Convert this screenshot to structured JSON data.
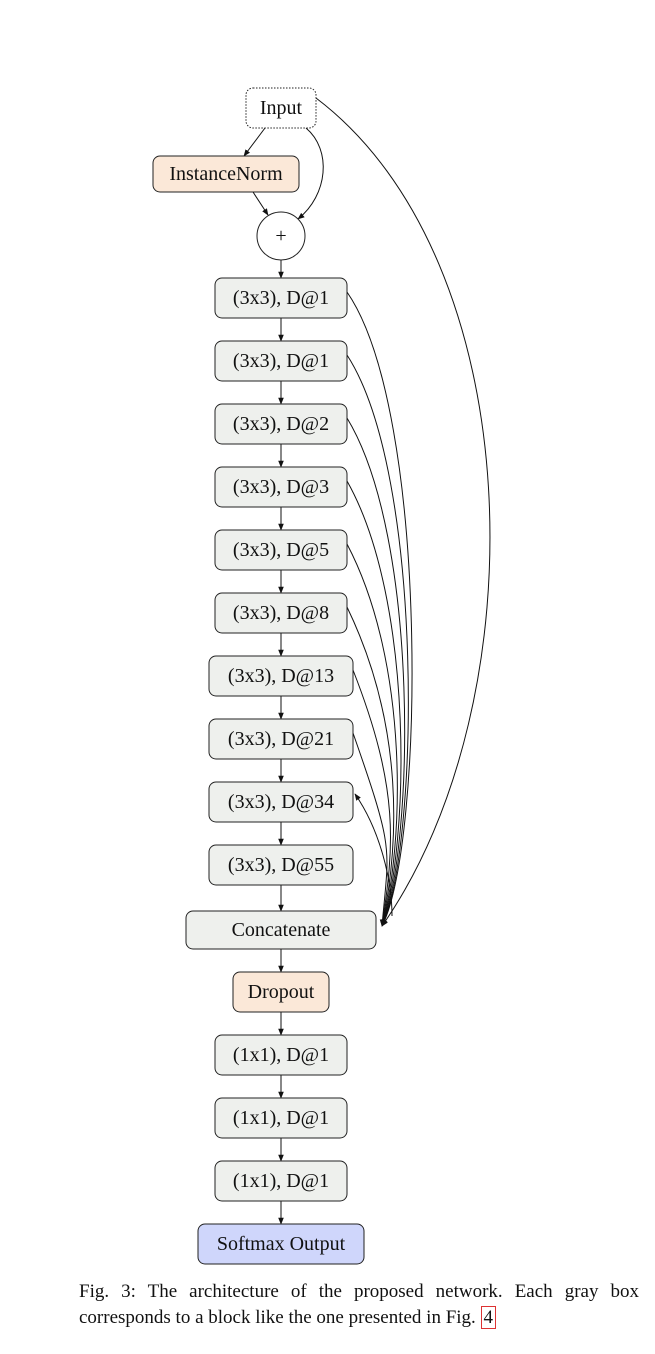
{
  "colors": {
    "input": "#ffffff",
    "norm": "#fbe8d8",
    "block": "#eef0ed",
    "output": "#cfd6fb",
    "stroke": "#222222",
    "ref_box": "#dd3333"
  },
  "nodes": {
    "input": "Input",
    "instance_norm": "InstanceNorm",
    "add": "+",
    "conv_blocks": [
      "(3x3), D@1",
      "(3x3), D@1",
      "(3x3), D@2",
      "(3x3), D@3",
      "(3x3), D@5",
      "(3x3), D@8",
      "(3x3), D@13",
      "(3x3), D@21",
      "(3x3), D@34",
      "(3x3), D@55"
    ],
    "concatenate": "Concatenate",
    "dropout": "Dropout",
    "fc_blocks": [
      "(1x1), D@1",
      "(1x1), D@1",
      "(1x1), D@1"
    ],
    "output": "Softmax Output"
  },
  "caption": {
    "text": "Fig. 3: The architecture of the proposed network. Each gray box corresponds to a block like the one presented in Fig. ",
    "ref": "4"
  }
}
